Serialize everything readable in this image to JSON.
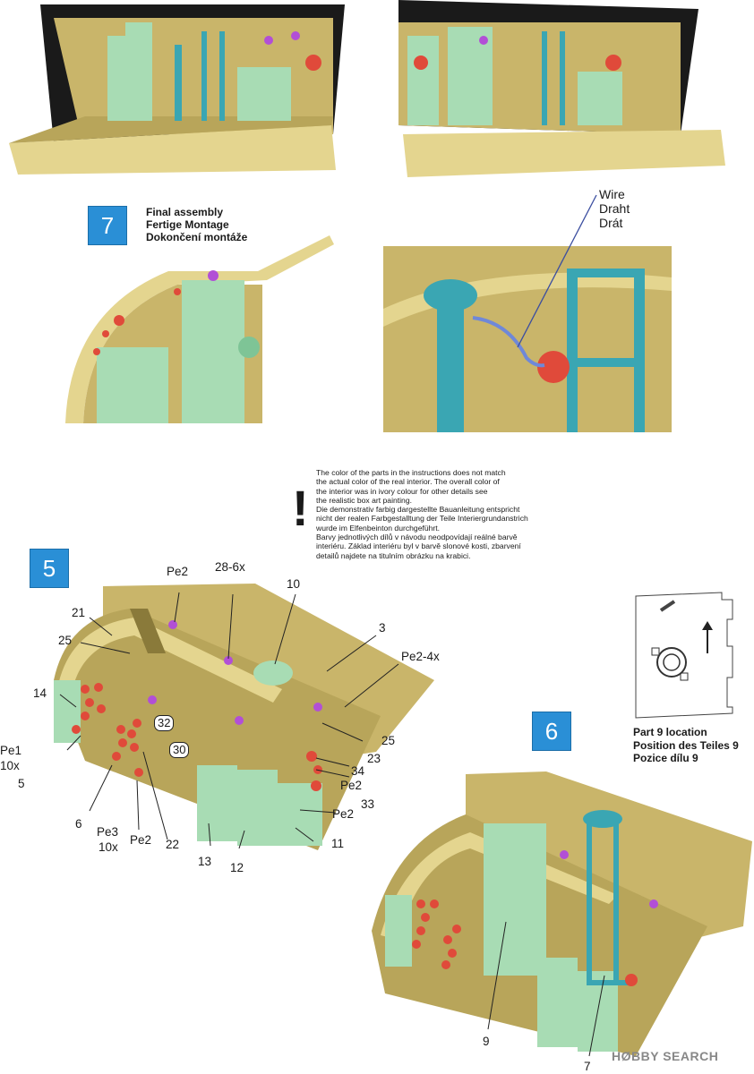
{
  "step7": {
    "number": "7",
    "title_lines": [
      "Final assembly",
      "Fertige Montage",
      "Dokončení montáže"
    ]
  },
  "wire_label": [
    "Wire",
    "Draht",
    "Drát"
  ],
  "warning": {
    "icon": "!",
    "lines": [
      "The color of the parts in the instructions does not match",
      "the actual color of the real interior. The overall color of",
      "the interior was in ivory colour for other details see",
      "the realistic box art painting.",
      "Die demonstrativ farbig dargestellte Bauanleitung entspricht",
      "nicht der realen Farbgestalltung der Teile Interiergrundanstrich",
      "wurde im Elfenbeinton durchgeführt.",
      "Barvy jednotlivých dílů v návodu neodpovídají reálné barvě",
      "interiéru. Základ interiéru byl v barvě slonové kosti, zbarvení",
      "detailů najdete na titulním obrázku na krabici."
    ]
  },
  "step5": {
    "number": "5",
    "callouts": {
      "pe2_top": "Pe2",
      "p28": "28-6x",
      "p10": "10",
      "p21": "21",
      "p3": "3",
      "p25_left": "25",
      "pe2_4x": "Pe2-4x",
      "p14": "14",
      "p32": "32",
      "p25_right": "25",
      "pe1": "Pe1",
      "pe1_qty": "10x",
      "p30": "30",
      "p23": "23",
      "p5": "5",
      "p34": "34",
      "pe2_a": "Pe2",
      "p33": "33",
      "pe2_b": "Pe2",
      "p6": "6",
      "pe3": "Pe3",
      "pe3_qty": "10x",
      "pe2_c": "Pe2",
      "p22": "22",
      "p13": "13",
      "p12": "12",
      "p11": "11"
    }
  },
  "step6": {
    "number": "6",
    "callouts": {
      "p9": "9",
      "p7": "7"
    }
  },
  "part9_location": [
    "Part 9 location",
    "Position des Teiles 9",
    "Pozice dílu 9"
  ],
  "watermark": "HØBBY SEARCH",
  "colors": {
    "hull_tan": "#c9b56a",
    "hull_light": "#e4d58f",
    "parts_mint": "#a8dcb4",
    "parts_teal": "#3aa6b3",
    "accent_red": "#e04a3a",
    "accent_purple": "#b24fd6",
    "step_blue": "#2a8fd6"
  }
}
